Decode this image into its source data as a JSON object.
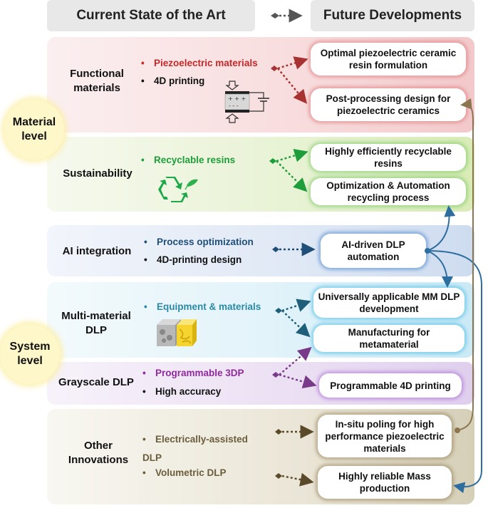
{
  "header": {
    "current": "Current State of the Art",
    "future": "Future Developments"
  },
  "levels": {
    "material": "Material level",
    "system": "System level"
  },
  "rows": {
    "functional": {
      "category": "Functional materials",
      "bullets": [
        "Piezoelectric materials",
        "4D printing"
      ],
      "future": [
        "Optimal piezoelectric ceramic resin formulation",
        "Post-processing design for piezoelectric ceramics"
      ]
    },
    "sustainability": {
      "category": "Sustainability",
      "bullets": [
        "Recyclable resins"
      ],
      "future": [
        "Highly efficiently recyclable resins",
        "Optimization & Automation recycling process"
      ]
    },
    "ai": {
      "category": "AI integration",
      "bullets": [
        "Process optimization",
        "4D-printing design"
      ],
      "future": [
        "AI-driven DLP automation"
      ]
    },
    "multi": {
      "category": "Multi-material DLP",
      "bullets": [
        "Equipment & materials"
      ],
      "future": [
        "Universally applicable MM DLP development",
        "Manufacturing for metamaterial"
      ]
    },
    "gray": {
      "category": "Grayscale DLP",
      "bullets": [
        "Programmable 3DP",
        "High accuracy"
      ],
      "future": [
        "Programmable 4D printing"
      ]
    },
    "other": {
      "category": "Other Innovations",
      "bullets": [
        "Electrically-assisted DLP",
        "Volumetric DLP"
      ],
      "future": [
        "In-situ poling for high performance piezoelectric materials",
        "Highly reliable Mass production"
      ]
    }
  },
  "capacitor": {
    "plus": "+ + +",
    "minus": "- - -"
  },
  "icons": [
    "capacitor-icon",
    "recycle-icon",
    "multi-material-cube-icon"
  ],
  "colors": {
    "functional": "#c62828",
    "sustainability": "#1e9e3a",
    "ai": "#1f4e79",
    "multi": "#2a8aa6",
    "gray": "#8e2a9c",
    "other": "#6b5d3c"
  }
}
